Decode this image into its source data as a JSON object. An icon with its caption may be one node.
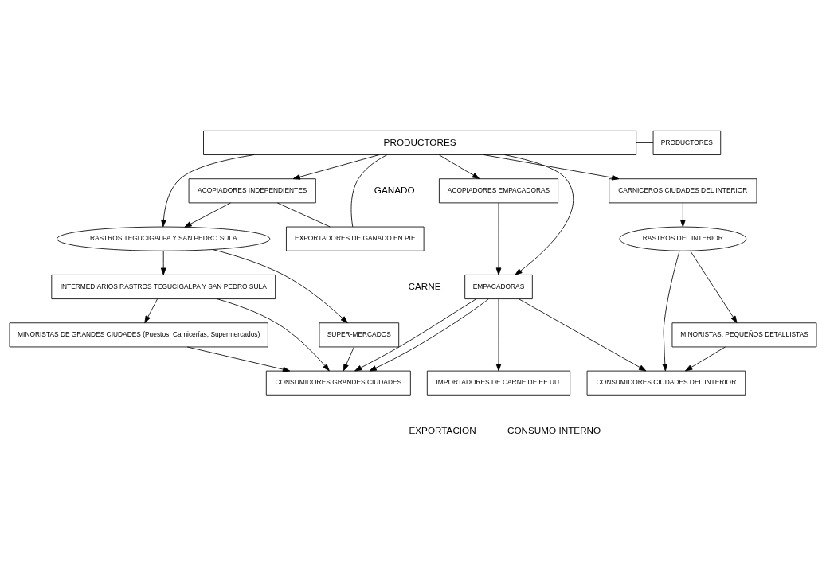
{
  "diagram": {
    "nodes": [
      {
        "text": [
          "PRODUCTORES"
        ]
      },
      {
        "text": [
          "PRODUCTORES"
        ]
      },
      {
        "text": [
          "ACOPIADORES EMPACADORAS"
        ]
      },
      {
        "text": [
          "ACOPIADORES INDEPENDIENTES"
        ]
      },
      {
        "text": [
          "CARNICEROS CIUDADES DEL INTERIOR"
        ]
      },
      {
        "text": [
          "EXPORTADORES DE GANADO EN PIE"
        ]
      },
      {
        "text": [
          "RASTROS TEGUCIGALPA Y SAN PEDRO SULA"
        ]
      },
      {
        "text": [
          "RASTROS DEL INTERIOR"
        ]
      },
      {
        "text": [
          "EMPACADORAS"
        ]
      },
      {
        "text": [
          "INTERMEDIARIOS RASTROS TEGUCIGALPA Y SAN PEDRO SULA"
        ]
      },
      {
        "text": [
          "MINORISTAS DE GRANDES CIUDADES (Puestos, Carnicerías, Supermercados)"
        ]
      },
      {
        "text": [
          "SUPER-MERCADOS"
        ]
      },
      {
        "text": [
          "MINORISTAS, PEQUEÑOS DETALLISTAS"
        ]
      },
      {
        "text": [
          "IMPORTADORES DE CARNE DE EE.UU."
        ]
      },
      {
        "text": [
          "CONSUMIDORES GRANDES CIUDADES"
        ]
      },
      {
        "text": [
          "CONSUMIDORES CIUDADES DEL INTERIOR"
        ]
      }
    ],
    "edges": [
      {
        "from": 0,
        "to": 1,
        "arrow": "none"
      },
      {
        "from": 0,
        "to": 5,
        "arrow": "none"
      },
      {
        "from": 0,
        "to": 8,
        "arrow": "to"
      },
      {
        "from": 0,
        "to": 2,
        "arrow": "to"
      },
      {
        "from": 0,
        "to": 3,
        "arrow": "to"
      },
      {
        "from": 0,
        "to": 6,
        "arrow": "to"
      },
      {
        "from": 0,
        "to": 4,
        "arrow": "to"
      },
      {
        "from": 2,
        "to": 8,
        "arrow": "to"
      },
      {
        "from": 3,
        "to": 5,
        "arrow": "none"
      },
      {
        "from": 3,
        "to": 6,
        "arrow": "to"
      },
      {
        "from": 4,
        "to": 7,
        "arrow": "to"
      },
      {
        "from": 6,
        "to": 9,
        "arrow": "to"
      },
      {
        "from": 6,
        "to": 11,
        "arrow": "to"
      },
      {
        "from": 7,
        "to": 15,
        "arrow": "to"
      },
      {
        "from": 7,
        "to": 12,
        "arrow": "to"
      },
      {
        "from": 8,
        "to": 13,
        "arrow": "to"
      },
      {
        "from": 8,
        "to": 14,
        "arrow": "to"
      },
      {
        "from": 8,
        "to": 14,
        "arrow": "to"
      },
      {
        "from": 8,
        "to": 15,
        "arrow": "to"
      },
      {
        "from": 9,
        "to": 14,
        "arrow": "to"
      },
      {
        "from": 9,
        "to": 10,
        "arrow": "to"
      },
      {
        "from": 10,
        "to": 14,
        "arrow": "to"
      },
      {
        "from": 11,
        "to": 14,
        "arrow": "to"
      },
      {
        "from": 12,
        "to": 15,
        "arrow": "to"
      }
    ],
    "labels": [
      "GANADO",
      "CARNE",
      "EXPORTACION",
      "CONSUMO INTERNO"
    ]
  }
}
